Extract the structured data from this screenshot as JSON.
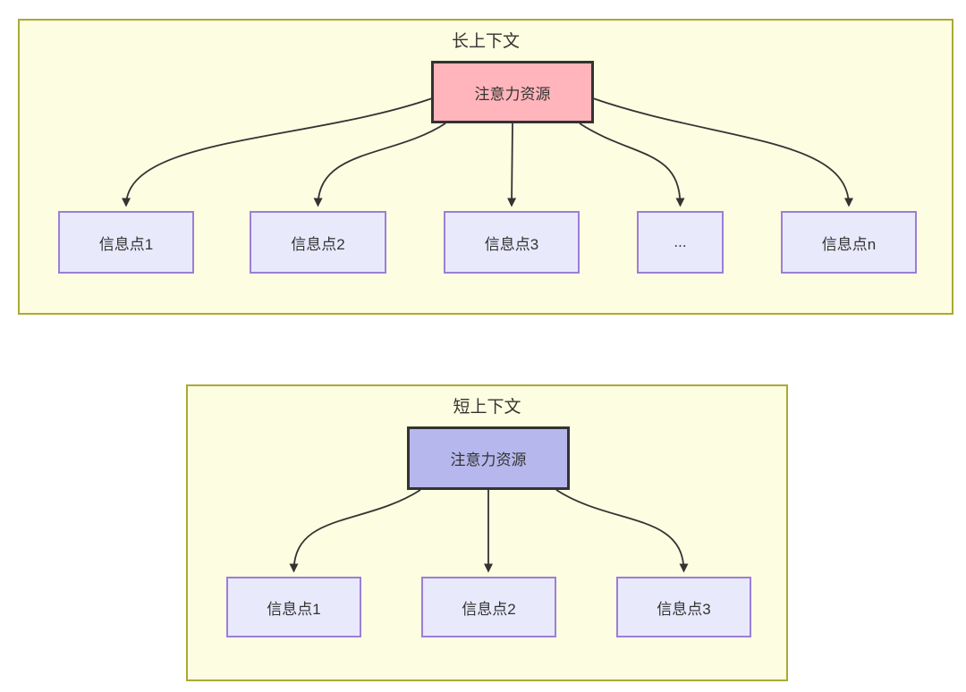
{
  "colors": {
    "page_bg": "#ffffff",
    "container_fill": "#fdfde1",
    "container_border": "#aaaa33",
    "hub_long_fill": "#ffb5bb",
    "hub_short_fill": "#b6b7ec",
    "hub_border": "#333333",
    "node_fill": "#e9e9fc",
    "node_border": "#9b7fd6",
    "text": "#333333",
    "arrow": "#333333"
  },
  "long_context": {
    "title": "长上下文",
    "hub": {
      "label": "注意力资源"
    },
    "nodes": [
      {
        "label": "信息点1"
      },
      {
        "label": "信息点2"
      },
      {
        "label": "信息点3"
      },
      {
        "label": "..."
      },
      {
        "label": "信息点n"
      }
    ]
  },
  "short_context": {
    "title": "短上下文",
    "hub": {
      "label": "注意力资源"
    },
    "nodes": [
      {
        "label": "信息点1"
      },
      {
        "label": "信息点2"
      },
      {
        "label": "信息点3"
      }
    ]
  }
}
